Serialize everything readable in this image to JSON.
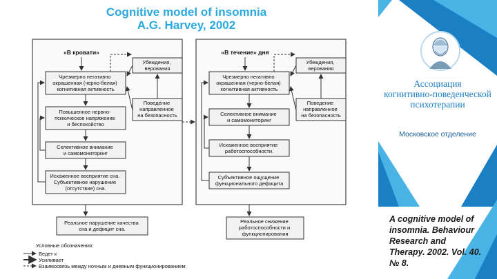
{
  "title": {
    "line1": "Cognitive model of insomnia",
    "line2": "A.G. Harvey, 2002"
  },
  "diagram": {
    "night": {
      "label": "«В кровати»",
      "beliefs": [
        "Убеждения,",
        "верования"
      ],
      "box1": [
        "Чрезмерно негативно",
        "окрашенная (черно-белая)",
        "когнитивная активность"
      ],
      "box2": [
        "Повышенное нервно-",
        "психическое напряжение",
        "и беспокойство"
      ],
      "box3": [
        "Селективное внимание",
        "и самомониторинг"
      ],
      "box4": [
        "Искаженное восприятие сна.",
        "Субъективное нарушение",
        "(отсутствие) сна."
      ],
      "behavior": [
        "Поведение",
        "направленное",
        "на безопасность"
      ],
      "outcome": [
        "Реальное нарушение качества",
        "сна и дефицит сна."
      ]
    },
    "day": {
      "label": "«В течение» дня",
      "beliefs": [
        "Убеждения,",
        "верования"
      ],
      "box1": [
        "Чрезмерно негативно",
        "окрашенная (черно-белая)",
        "когнитивная активность"
      ],
      "box2": [
        "Селективное внимание",
        "и самомониторинг"
      ],
      "box3": [
        "Искаженное восприятие",
        "работоспособности."
      ],
      "box4": [
        "Субъективное ощущение",
        "функционального дефицита"
      ],
      "behavior": [
        "Поведение",
        "направленное",
        "на безопасность"
      ],
      "outcome": [
        "Реальное снижение",
        "работоспособности и",
        "функционирования"
      ]
    },
    "legend": {
      "title": "Условные обозначения:",
      "leads": "Ведет к",
      "amplifies": "Усиливает",
      "relation": "Взаимосвязь между ночным и дневным функционированием"
    }
  },
  "association": {
    "name": [
      "Ассоциация",
      "когнитивно-поведенческой",
      "психотерапии"
    ],
    "branch": "Московское отделение"
  },
  "reference": {
    "lines": [
      "A cognitive model of",
      "insomnia. Behaviour",
      "Research and",
      "Therapy. 2002. Vol. 40.",
      "№ 8."
    ]
  },
  "colors": {
    "title": "#2ba8e0",
    "stripe_dark": "#1b7fc4",
    "stripe_light": "#49b3e6",
    "box_fill": "#f2f2f2",
    "line": "#333333"
  }
}
